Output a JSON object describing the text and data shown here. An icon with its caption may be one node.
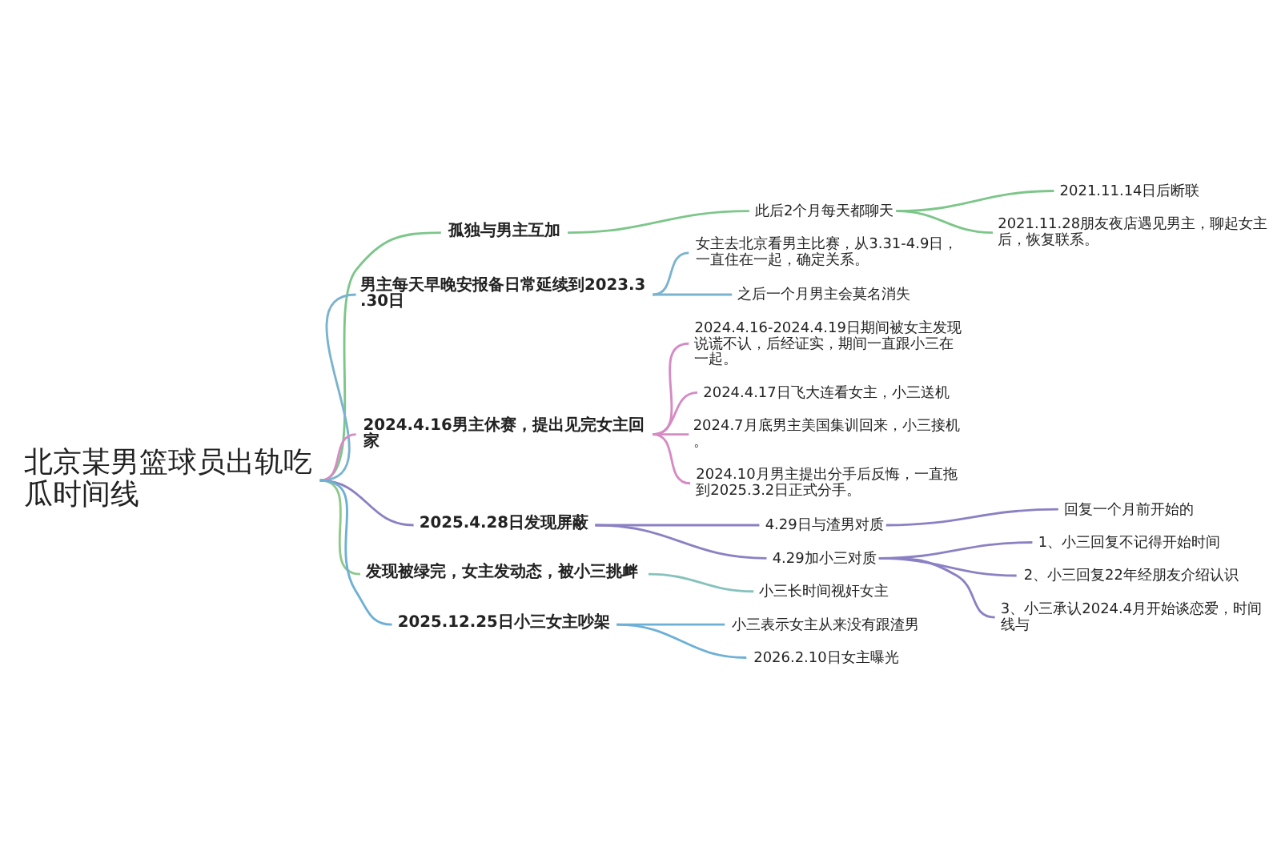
{
  "diagram": {
    "nodes": [
      {
        "text": [
          "北京某男篮球员出轨吃瓜时间线"
        ]
      },
      {
        "text": [
          "孤独与男主互加"
        ]
      },
      {
        "text": [
          "此后2个月每天都聊天"
        ]
      },
      {
        "text": [
          "2021.11.14日后断联"
        ]
      },
      {
        "text": [
          "2021.11.28朋友夜店遇见男主，聊起女主后，恢复联系。"
        ]
      },
      {
        "text": [
          "男主每天早晚安报备日常延续到2023.3.30日"
        ]
      },
      {
        "text": [
          "女主去北京看男主比赛，从3.31-4.9日，一直住在一起，确定关系。"
        ]
      },
      {
        "text": [
          "之后一个月男主会莫名消失"
        ]
      },
      {
        "text": [
          "2024.4.16男主休赛，提出见完女主回家"
        ]
      },
      {
        "text": [
          "2024.4.16-2024.4.19日期间被女主发现说谎不认，后经证实，期间一直跟小三在一起。"
        ]
      },
      {
        "text": [
          "2024.4.17日飞大连看女主，小三送机"
        ]
      },
      {
        "text": [
          "2024.7月底男主美国集训回来，小三接机。"
        ]
      },
      {
        "text": [
          "2024.10月男主提出分手后反悔，一直拖到2025.3.2日正式分手。"
        ]
      },
      {
        "text": [
          "2025.4.28日发现屏蔽"
        ]
      },
      {
        "text": [
          "4.29日与渣男对质"
        ]
      },
      {
        "text": [
          "回复一个月前开始的"
        ]
      },
      {
        "text": [
          "4.29加小三对质"
        ]
      },
      {
        "text": [
          "1、小三回复不记得开始时间"
        ]
      },
      {
        "text": [
          "2、小三回复22年经朋友介绍认识"
        ]
      },
      {
        "text": [
          "3、小三承认2024.4月开始谈恋爱，时间线与"
        ]
      },
      {
        "text": [
          "发现被绿完，女主发动态，被小三挑衅"
        ]
      },
      {
        "text": [
          "小三长时间视奸女主"
        ]
      },
      {
        "text": [
          "2025.12.25日小三女主吵架"
        ]
      },
      {
        "text": [
          "小三表示女主从来没有跟渣男"
        ]
      },
      {
        "text": [
          "2026.2.10日女主曝光"
        ]
      }
    ],
    "edges": [
      {
        "from": 0,
        "to": 1,
        "arrow": "none",
        "color": "#7cc68a"
      },
      {
        "from": 1,
        "to": 2,
        "arrow": "none",
        "color": "#7cc68a"
      },
      {
        "from": 2,
        "to": 3,
        "arrow": "none",
        "color": "#7cc68a"
      },
      {
        "from": 2,
        "to": 4,
        "arrow": "none",
        "color": "#7cc68a"
      },
      {
        "from": 0,
        "to": 5,
        "arrow": "none",
        "color": "#7ab3cf"
      },
      {
        "from": 5,
        "to": 6,
        "arrow": "none",
        "color": "#7ab3cf"
      },
      {
        "from": 5,
        "to": 7,
        "arrow": "none",
        "color": "#7ab3cf"
      },
      {
        "from": 0,
        "to": 8,
        "arrow": "none",
        "color": "#d58bc4"
      },
      {
        "from": 8,
        "to": 9,
        "arrow": "none",
        "color": "#d58bc4"
      },
      {
        "from": 8,
        "to": 10,
        "arrow": "none",
        "color": "#d58bc4"
      },
      {
        "from": 8,
        "to": 11,
        "arrow": "none",
        "color": "#d58bc4"
      },
      {
        "from": 8,
        "to": 12,
        "arrow": "none",
        "color": "#d58bc4"
      },
      {
        "from": 0,
        "to": 13,
        "arrow": "none",
        "color": "#8c80c4"
      },
      {
        "from": 13,
        "to": 14,
        "arrow": "none",
        "color": "#8c80c4"
      },
      {
        "from": 14,
        "to": 15,
        "arrow": "none",
        "color": "#8c80c4"
      },
      {
        "from": 13,
        "to": 16,
        "arrow": "none",
        "color": "#8c80c4"
      },
      {
        "from": 16,
        "to": 17,
        "arrow": "none",
        "color": "#8c80c4"
      },
      {
        "from": 16,
        "to": 18,
        "arrow": "none",
        "color": "#8c80c4"
      },
      {
        "from": 16,
        "to": 19,
        "arrow": "none",
        "color": "#8c80c4"
      },
      {
        "from": 0,
        "to": 20,
        "arrow": "none",
        "color": "#8fc98a"
      },
      {
        "from": 20,
        "to": 21,
        "arrow": "none",
        "color": "#86c2bd"
      },
      {
        "from": 0,
        "to": 22,
        "arrow": "none",
        "color": "#6db0d6"
      },
      {
        "from": 22,
        "to": 23,
        "arrow": "none",
        "color": "#6db0d6"
      },
      {
        "from": 22,
        "to": 24,
        "arrow": "none",
        "color": "#6db0d6"
      }
    ]
  }
}
